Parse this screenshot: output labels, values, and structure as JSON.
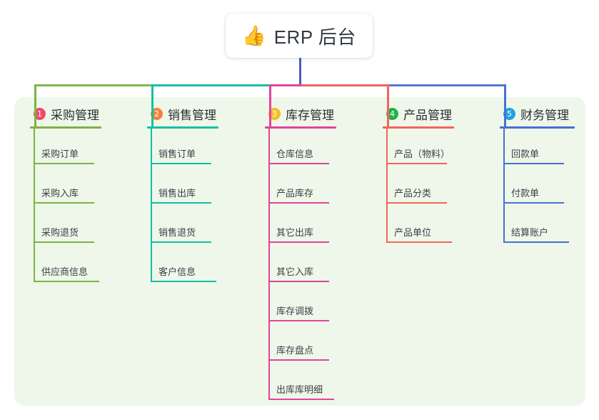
{
  "diagram": {
    "type": "mindmap",
    "title": "ERP 后台",
    "root": {
      "emoji": "👍",
      "emoji_name": "thumbs-up-icon",
      "label": "ERP 后台"
    },
    "canvas": {
      "background": "#ffffff",
      "panel_background": "#eef7e9"
    },
    "stem_color": "#4a5cc5",
    "branches": [
      {
        "index": "1",
        "label": "采购管理",
        "color": "#7cb342",
        "badge_color": "#f0496a",
        "items": [
          "采购订单",
          "采购入库",
          "采购退货",
          "供应商信息"
        ]
      },
      {
        "index": "2",
        "label": "销售管理",
        "color": "#13bfa6",
        "badge_color": "#f3833b",
        "items": [
          "销售订单",
          "销售出库",
          "销售退货",
          "客户信息"
        ]
      },
      {
        "index": "3",
        "label": "库存管理",
        "color": "#e0459a",
        "badge_color": "#f5bd27",
        "items": [
          "仓库信息",
          "产品库存",
          "其它出库",
          "其它入库",
          "库存调拨",
          "库存盘点",
          "出库库明细"
        ]
      },
      {
        "index": "4",
        "label": "产品管理",
        "color": "#f4645c",
        "badge_color": "#22b24c",
        "items": [
          "产品（物料）",
          "产品分类",
          "产品单位"
        ]
      },
      {
        "index": "5",
        "label": "财务管理",
        "color": "#4a6fd4",
        "badge_color": "#1fa2e0",
        "items": [
          "回款单",
          "付款单",
          "结算账户"
        ]
      }
    ]
  }
}
